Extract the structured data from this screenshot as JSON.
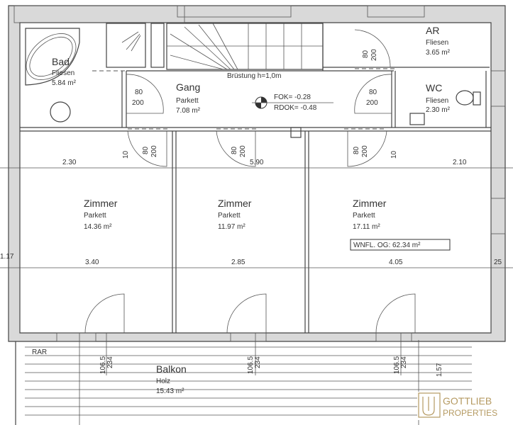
{
  "rooms": {
    "bad": {
      "name": "Bad",
      "floor": "Fliesen",
      "area": "5.84 m²"
    },
    "gang": {
      "name": "Gang",
      "floor": "Parkett",
      "area": "7.08 m²"
    },
    "ar": {
      "name": "AR",
      "floor": "Fliesen",
      "area": "3.65 m²"
    },
    "wc": {
      "name": "WC",
      "floor": "Fliesen",
      "area": "2.30 m²"
    },
    "zimmer1": {
      "name": "Zimmer",
      "floor": "Parkett",
      "area": "14.36 m²"
    },
    "zimmer2": {
      "name": "Zimmer",
      "floor": "Parkett",
      "area": "11.97 m²"
    },
    "zimmer3": {
      "name": "Zimmer",
      "floor": "Parkett",
      "area": "17.11 m²"
    },
    "balkon": {
      "name": "Balkon",
      "floor": "Holz",
      "area": "15.43 m²"
    }
  },
  "annotations": {
    "brustung": "Brüstung h=1,0m",
    "fok": "FOK= -0.28",
    "rdok": "RDOK= -0.48",
    "wnfl": "WNFL. OG:  62.34 m²",
    "rar": "RAR"
  },
  "doors": {
    "width": "80",
    "height": "200",
    "balcony_width": "106.5",
    "balcony_height": "234"
  },
  "dimensions": {
    "top": [
      "2.30",
      "5.90",
      "2.10"
    ],
    "middle": [
      "3.40",
      "2.85",
      "4.05"
    ],
    "left": "1.17",
    "right": "25",
    "balcony_depth": "1.57",
    "small": "10"
  },
  "logo": {
    "line1": "GOTTLIEB",
    "line2": "PROPERTIES",
    "color": "#b59a62"
  }
}
